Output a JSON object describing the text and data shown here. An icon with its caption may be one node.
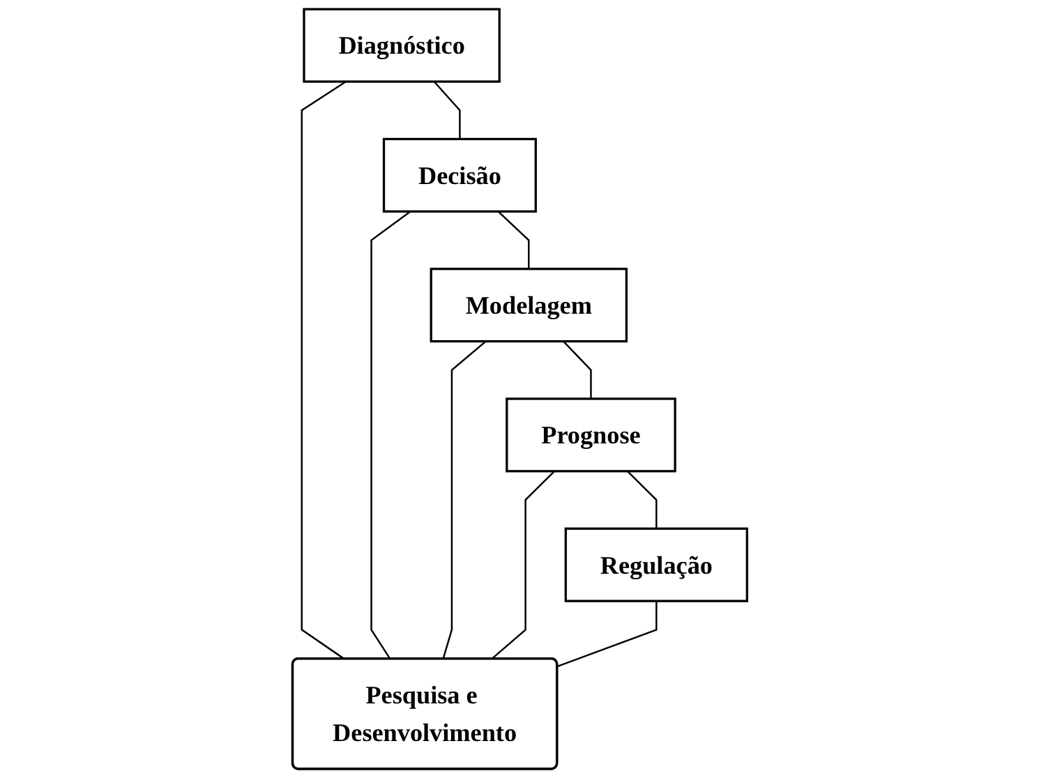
{
  "diagram": {
    "nodes": [
      {
        "text": [
          "Diagnóstico"
        ]
      },
      {
        "text": [
          "Decisão"
        ]
      },
      {
        "text": [
          "Modelagem"
        ]
      },
      {
        "text": [
          "Prognose"
        ]
      },
      {
        "text": [
          "Regulação"
        ]
      },
      {
        "text": [
          "Pesquisa e Desenvolvimento"
        ]
      }
    ],
    "edges": [
      {
        "from": 0,
        "to": 1,
        "arrow": "none"
      },
      {
        "from": 1,
        "to": 2,
        "arrow": "none"
      },
      {
        "from": 2,
        "to": 3,
        "arrow": "none"
      },
      {
        "from": 3,
        "to": 4,
        "arrow": "none"
      },
      {
        "from": 0,
        "to": 5,
        "arrow": "none"
      },
      {
        "from": 1,
        "to": 5,
        "arrow": "none"
      },
      {
        "from": 2,
        "to": 5,
        "arrow": "none"
      },
      {
        "from": 3,
        "to": 5,
        "arrow": "none"
      },
      {
        "from": 4,
        "to": 5,
        "arrow": "none"
      }
    ]
  }
}
